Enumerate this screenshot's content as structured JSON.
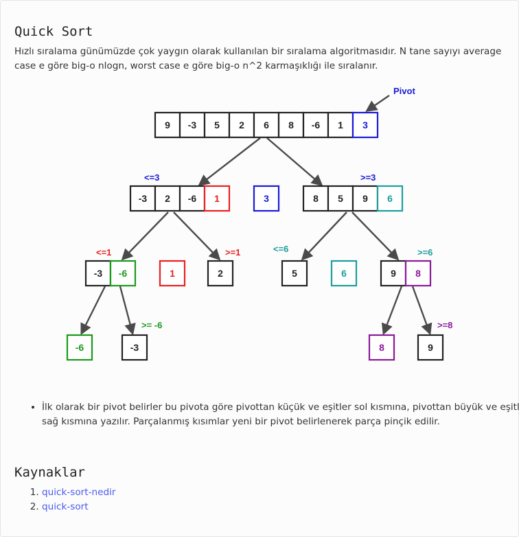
{
  "title": "Quick Sort",
  "intro": "Hızlı sıralama günümüzde çok yaygın olarak kullanılan bir sıralama algoritmasıdır. N tane sayıyı average case e göre big-o nlogn, worst case e göre big-o n^2 karmaşıklığı ile sıralanır.",
  "colors": {
    "black": "#222222",
    "blue": "#1a1ad6",
    "red": "#e82020",
    "teal": "#1a9e9e",
    "green": "#1a9a1a",
    "purple": "#8a1a9a",
    "arrow": "#4a4a4a"
  },
  "diagram": {
    "pivot_label": "Pivot",
    "root": [
      "9",
      "-3",
      "5",
      "2",
      "6",
      "8",
      "-6",
      "1",
      "3"
    ],
    "left": [
      "-3",
      "2",
      "-6",
      "1"
    ],
    "mid": "3",
    "right": [
      "8",
      "5",
      "9",
      "6"
    ],
    "labels": {
      "le3": "<=3",
      "ge3": ">=3",
      "le1": "<=1",
      "ge1": ">=1",
      "le6": "<=6",
      "ge6": ">=6",
      "ge_neg6": ">= -6",
      "ge8": ">=8"
    },
    "l2_left": [
      "-3",
      "-6"
    ],
    "l2_one": "1",
    "l2_two": "2",
    "l2_five": "5",
    "l2_six": "6",
    "l2_right": [
      "9",
      "8"
    ],
    "l3_neg6": "-6",
    "l3_neg3": "-3",
    "l3_eight": "8",
    "l3_nine": "9"
  },
  "bullets": [
    "İlk olarak bir pivot belirler bu pivota göre pivottan küçük ve eşitler sol kısmına, pivottan büyük ve eşitler sağ kısmına yazılır. Parçalanmış kısımlar yeni bir pivot belirlenerek parça pinçik edilir."
  ],
  "sources_title": "Kaynaklar",
  "sources": [
    "quick-sort-nedir",
    "quick-sort"
  ]
}
